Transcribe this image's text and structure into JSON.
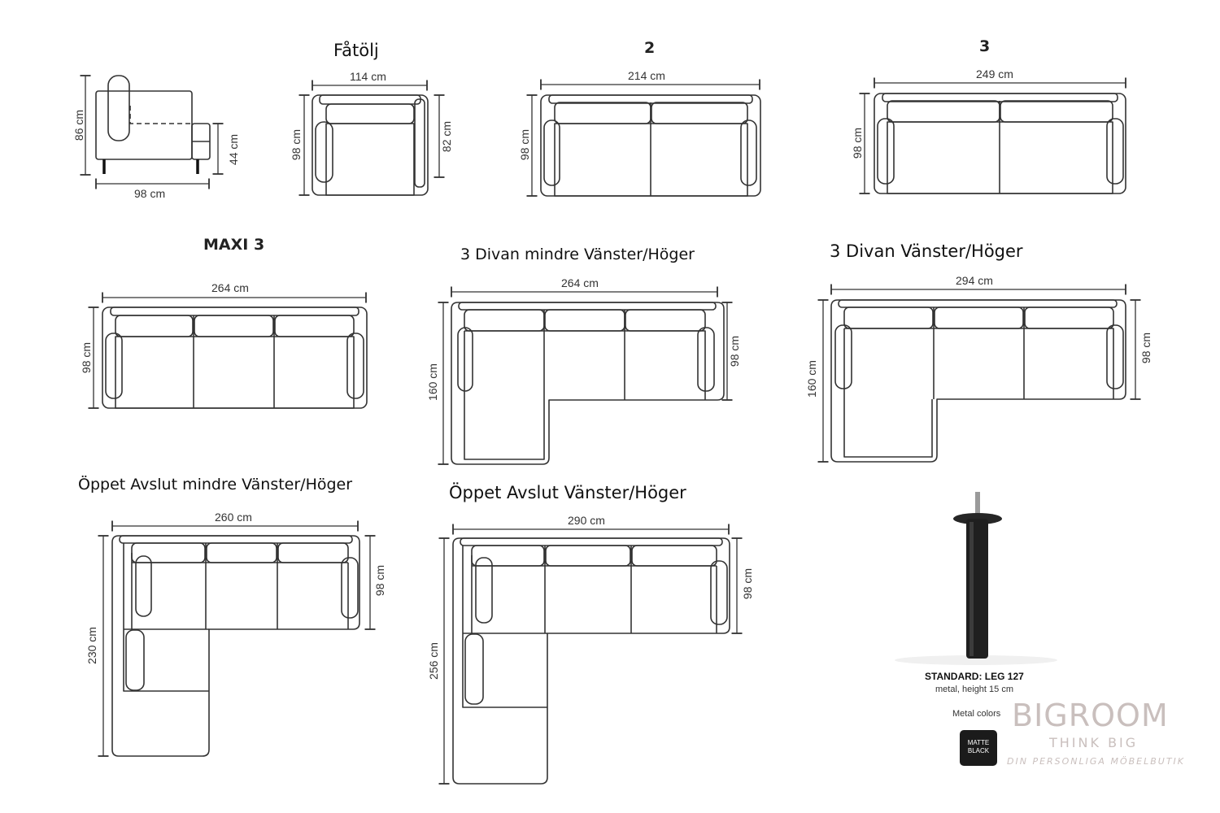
{
  "side_view": {
    "height": "86 cm",
    "seat_height": "44 cm",
    "depth": "98 cm"
  },
  "models": [
    {
      "id": "fatolj",
      "title": "Fåtölj",
      "width": "114 cm",
      "depth": "98 cm",
      "inner_depth": "82 cm"
    },
    {
      "id": "two",
      "title": "2",
      "width": "214 cm",
      "depth": "98 cm"
    },
    {
      "id": "three",
      "title": "3",
      "width": "249 cm",
      "depth": "98 cm"
    },
    {
      "id": "maxi3",
      "title": "MAXI 3",
      "width": "264 cm",
      "depth": "98 cm"
    },
    {
      "id": "divan_small",
      "title": "3 Divan mindre Vänster/Höger",
      "width": "264 cm",
      "depth": "98 cm",
      "divan_depth": "160 cm"
    },
    {
      "id": "divan",
      "title": "3 Divan Vänster/Höger",
      "width": "294 cm",
      "depth": "98 cm",
      "divan_depth": "160 cm"
    },
    {
      "id": "open_small",
      "title": "Öppet Avslut mindre Vänster/Höger",
      "width": "260 cm",
      "depth": "98 cm",
      "side_depth": "230 cm"
    },
    {
      "id": "open",
      "title": "Öppet Avslut Vänster/Höger",
      "width": "290 cm",
      "depth": "98 cm",
      "side_depth": "256 cm"
    }
  ],
  "leg": {
    "title": "STANDARD: LEG 127",
    "subtitle": "metal, height 15 cm",
    "colors_label": "Metal colors",
    "swatch_line1": "MATTE",
    "swatch_line2": "BLACK"
  },
  "brand": {
    "name": "BIGROOM",
    "tagline": "THINK BIG",
    "subline": "DIN PERSONLIGA MÖBELBUTIK"
  }
}
